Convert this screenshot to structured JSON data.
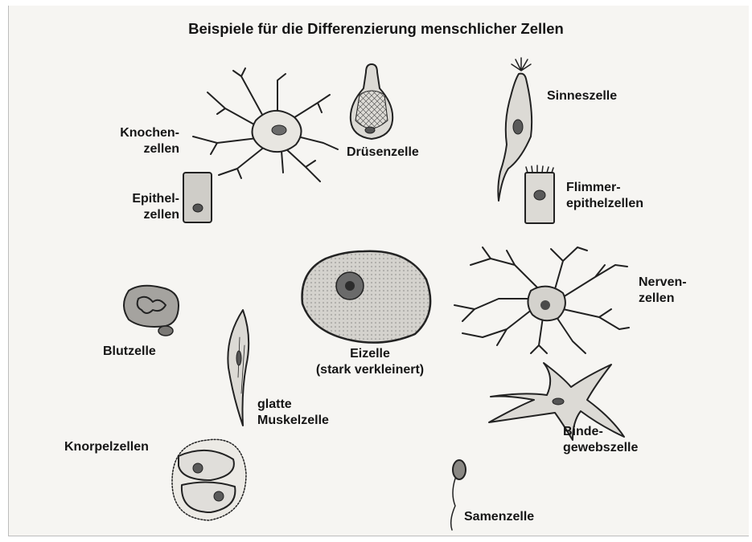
{
  "title": "Beispiele für die Differenzierung menschlicher Zellen",
  "labels": {
    "knochen_1": "Knochen-",
    "knochen_2": "zellen",
    "druesen": "Drüsenzelle",
    "sinnes": "Sinneszelle",
    "epithel_1": "Epithel-",
    "epithel_2": "zellen",
    "flimmer_1": "Flimmer-",
    "flimmer_2": "epithelzellen",
    "nerven_1": "Nerven-",
    "nerven_2": "zellen",
    "blut": "Blutzelle",
    "eizelle_1": "Eizelle",
    "eizelle_2": "(stark verkleinert)",
    "muskel_1": "glatte",
    "muskel_2": "Muskelzelle",
    "knorpel": "Knorpelzellen",
    "binde_1": "Binde-",
    "binde_2": "gewebszelle",
    "samen": "Samenzelle"
  }
}
